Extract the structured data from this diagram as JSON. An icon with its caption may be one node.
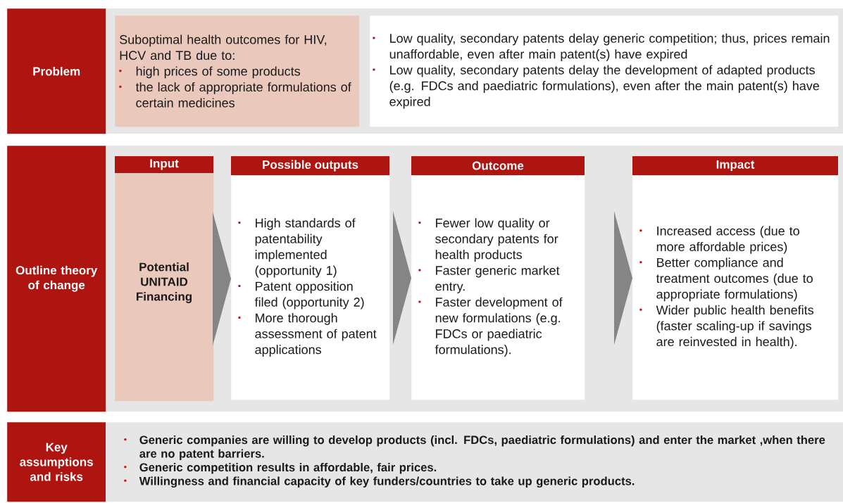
{
  "diagram": {
    "nodes": [
      {
        "text": [
          "Problem"
        ]
      },
      {
        "text": [
          "Suboptimal health outcomes for HIV, HCV and TB due to:",
          "high prices of some products",
          "the lack of appropriate formulations of certain medicines"
        ]
      },
      {
        "text": [
          "Low quality, secondary patents delay generic competition; thus, prices remain unaffordable, even after main patent(s) have expired",
          "Low quality, secondary patents delay the development of adapted products (e.g. FDCs and paediatric formulations), even after the main patent(s) have expired"
        ]
      },
      {
        "text": [
          "Outline theory of change"
        ]
      },
      {
        "text": [
          "Input",
          "Potential UNITAID Financing"
        ]
      },
      {
        "text": [
          "Possible outputs",
          "High standards of patentability implemented (opportunity 1)",
          "Patent opposition filed (opportunity 2)",
          "More thorough assessment of patent applications"
        ]
      },
      {
        "text": [
          "Outcome",
          "Fewer low quality or secondary patents for health products",
          "Faster generic market entry.",
          "Faster development of new formulations (e.g. FDCs or paediatric formulations)."
        ]
      },
      {
        "text": [
          "Impact",
          "Increased access (due to more affordable prices)",
          "Better compliance and treatment outcomes (due to appropriate formulations)",
          "Wider public health benefits (faster scaling-up if savings are reinvested in health)."
        ]
      },
      {
        "text": [
          "Key assumptions and risks"
        ]
      },
      {
        "text": [
          "Generic companies are willing to develop products (incl. FDCs, paediatric formulations) and enter the market ,when there are no patent barriers.",
          "Generic competition results in affordable, fair prices.",
          "Willingness and financial capacity of key funders/countries to take up generic products."
        ]
      }
    ],
    "edges": [
      {
        "from": 4,
        "to": 5,
        "arrow": "to"
      },
      {
        "from": 5,
        "to": 6,
        "arrow": "to"
      },
      {
        "from": 6,
        "to": 7,
        "arrow": "to"
      }
    ]
  }
}
